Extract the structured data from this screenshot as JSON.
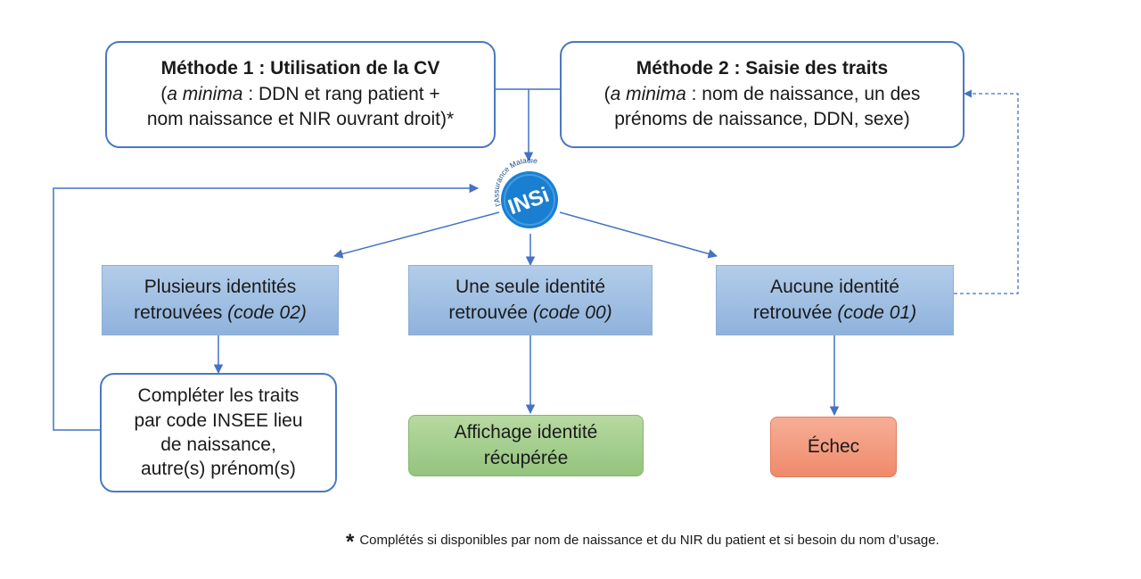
{
  "method1": {
    "title": "Méthode 1 : Utilisation de la CV",
    "line1_open": "(",
    "line1_italic": "a minima",
    "line1_rest": " : DDN et rang patient +",
    "line2": "nom naissance et NIR ouvrant droit)*"
  },
  "method2": {
    "title": "Méthode 2 : Saisie des traits",
    "line1_open": "(",
    "line1_italic": "a minima",
    "line1_rest": " : nom de naissance, un des",
    "line2": "prénoms de naissance, DDN, sexe)"
  },
  "insi_logo": {
    "small_text": "l'Assurance Maladie",
    "big_text": "INSi"
  },
  "results": {
    "multiple": {
      "line1": "Plusieurs identités",
      "line2": "retrouvées ",
      "code": "(code 02)"
    },
    "single": {
      "line1": "Une seule identité",
      "line2": "retrouvée ",
      "code": "(code 00)"
    },
    "none": {
      "line1": "Aucune identité",
      "line2": "retrouvée ",
      "code": "(code 01)"
    }
  },
  "complete_traits": {
    "lines": [
      "Compléter les traits",
      "par code INSEE lieu",
      "de naissance,",
      "autre(s) prénom(s)"
    ]
  },
  "display_identity": {
    "line1": "Affichage identité",
    "line2": "récupérée"
  },
  "failure": {
    "label": "Échec"
  },
  "footnote": {
    "star": "*",
    "text": "Complétés si disponibles par nom de naissance et du NIR du patient et si besoin du nom d’usage."
  },
  "colors": {
    "line": "#4472c4",
    "box_border": "#4a78c2",
    "logo": "#1a7fd0"
  }
}
